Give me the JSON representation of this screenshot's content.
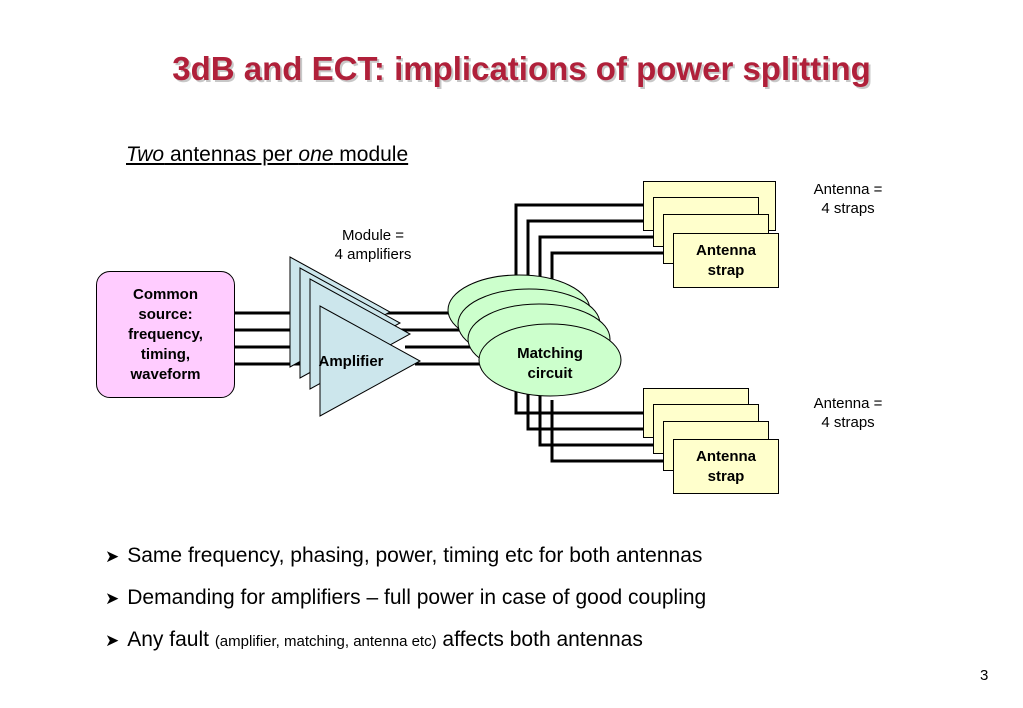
{
  "title": "3dB and ECT: implications of power splitting",
  "subtitle": {
    "part1": "Two",
    "part2": " antennas per ",
    "part3": "one",
    "part4": " module"
  },
  "diagram": {
    "source_box": {
      "lines": [
        "Common",
        "source:",
        "frequency,",
        "timing,",
        "waveform"
      ]
    },
    "module_label": [
      "Module =",
      "4 amplifiers"
    ],
    "amplifier_label": "Amplifier",
    "matching_label": [
      "Matching",
      "circuit"
    ],
    "antenna_label_top": [
      "Antenna =",
      "4 straps"
    ],
    "antenna_label_bottom": [
      "Antenna =",
      "4 straps"
    ],
    "strap_top": [
      "Antenna",
      "strap"
    ],
    "strap_bottom": [
      "Antenna",
      "strap"
    ]
  },
  "bullets": {
    "b1": "Same frequency, phasing, power, timing etc for both antennas",
    "b2": "Demanding for amplifiers – full power in case of good coupling",
    "b3_pre": "Any fault ",
    "b3_small": "(amplifier, matching, antenna etc)",
    "b3_post": " affects both antennas"
  },
  "page_number": "3",
  "colors": {
    "title": "#b0203a",
    "source_fill": "#ffccff",
    "amplifier_fill": "#cce6ec",
    "matching_fill": "#ccffcc",
    "strap_fill": "#ffffcc"
  }
}
